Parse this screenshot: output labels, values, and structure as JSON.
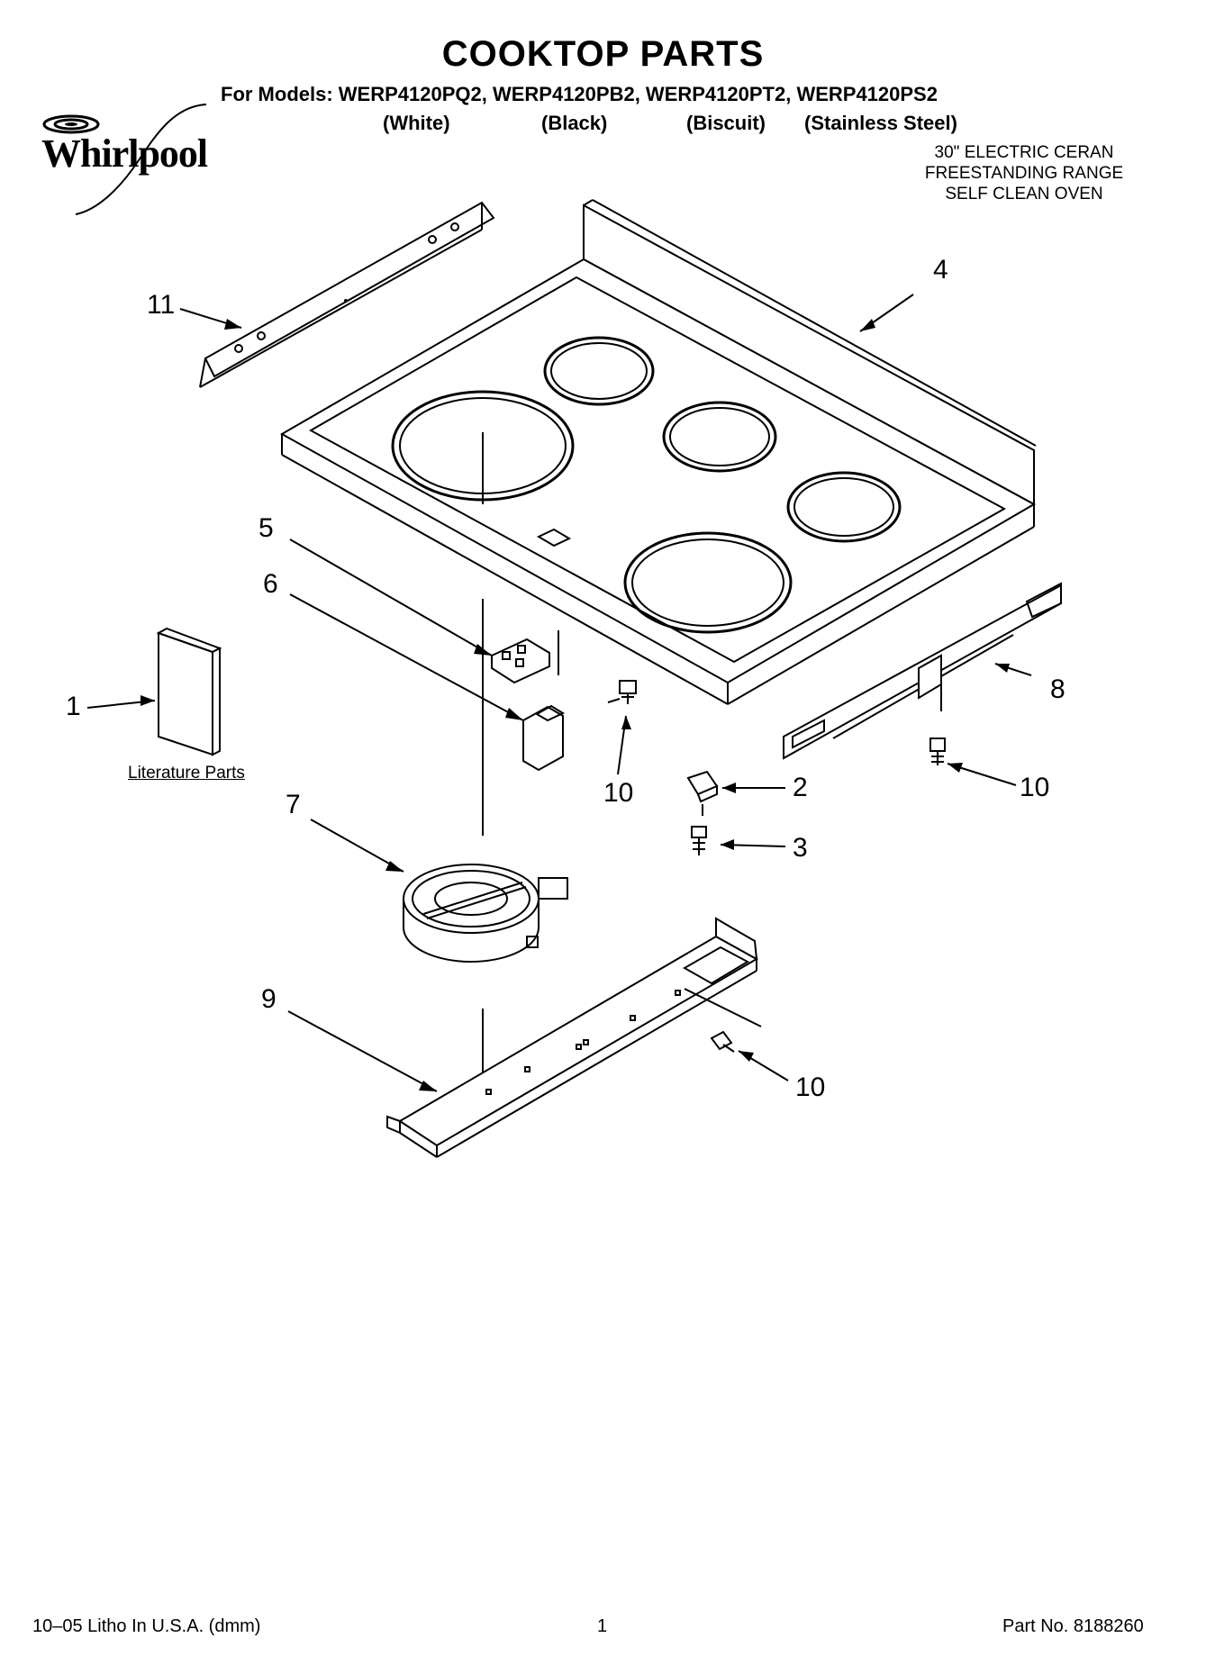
{
  "header": {
    "title": "COOKTOP PARTS",
    "models_line": "For Models: WERP4120PQ2, WERP4120PB2, WERP4120PT2, WERP4120PS2",
    "variants": [
      "(White)",
      "(Black)",
      "(Biscuit)",
      "(Stainless Steel)"
    ],
    "description": [
      "30\" ELECTRIC CERAN",
      "FREESTANDING RANGE",
      "SELF CLEAN OVEN"
    ]
  },
  "brand": {
    "logo_text": "Whirlpool",
    "logo_icon": "whirlpool-swirl-logo"
  },
  "diagram": {
    "callouts": {
      "c11": "11",
      "c4": "4",
      "c5": "5",
      "c6": "6",
      "c1": "1",
      "c8": "8",
      "c10a": "10",
      "c2": "2",
      "c10b": "10",
      "c3": "3",
      "c7": "7",
      "c9": "9",
      "c10c": "10"
    },
    "literature_label": "Literature Parts"
  },
  "footer": {
    "left": "10–05 Litho In U.S.A. (dmm)",
    "page": "1",
    "part_no": "Part No. 8188260"
  }
}
